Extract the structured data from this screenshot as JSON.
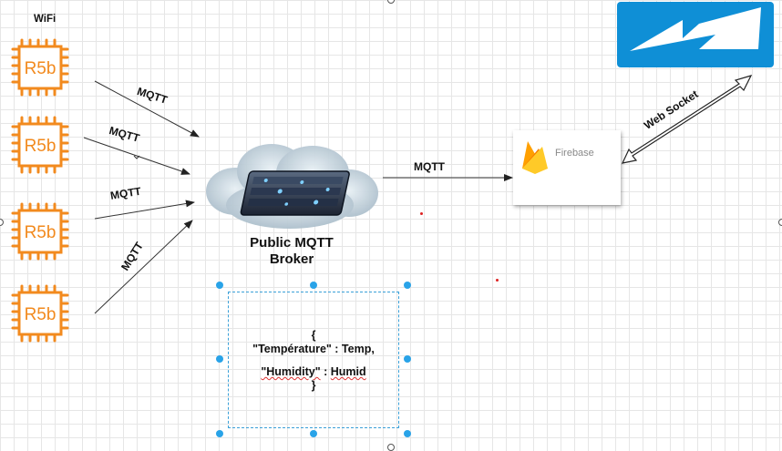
{
  "wifi_label": "WiFi",
  "devices": [
    {
      "label": "R5b"
    },
    {
      "label": "R5b"
    },
    {
      "label": "R5b"
    },
    {
      "label": "R5b"
    }
  ],
  "links": [
    {
      "label": "MQTT"
    },
    {
      "label": "MQTT"
    },
    {
      "label": "MQTT"
    },
    {
      "label": "MQTT"
    }
  ],
  "broker": {
    "line1": "Public MQTT",
    "line2": "Broker"
  },
  "broker_to_firebase": {
    "label": "MQTT"
  },
  "firebase": {
    "label": "Firebase"
  },
  "websocket": {
    "label": "Web Socket"
  },
  "json_note": {
    "open": "{",
    "line1": "\"Température\" : Temp,",
    "key2": "\"Humidity\"",
    "sep2": " : ",
    "val2": "Humid",
    "close": "}"
  },
  "colors": {
    "chip": "#f28a1e",
    "azure": "#0f8fd6",
    "handle": "#29a3e8",
    "firebase_yellow": "#ffca28",
    "firebase_orange": "#f57c00"
  }
}
